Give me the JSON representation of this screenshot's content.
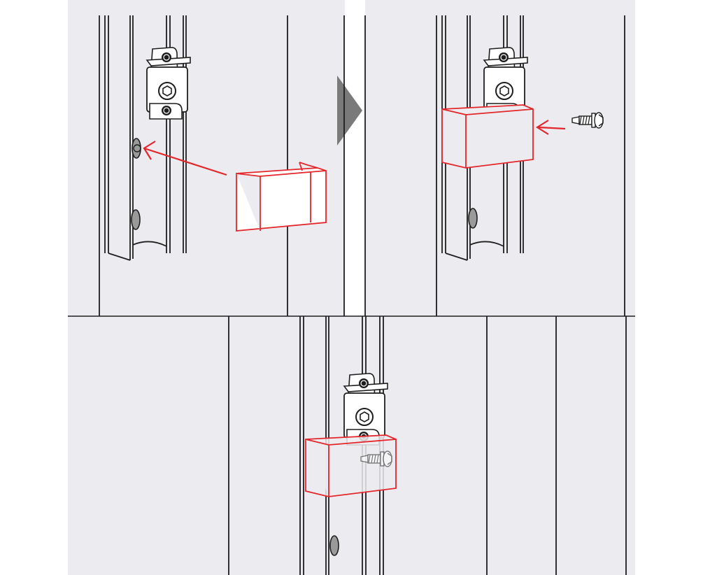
{
  "figure": {
    "kind": "installation-instruction-illustration",
    "panels": [
      {
        "step": 1,
        "action": "attach-cover-clip",
        "object": "u-shaped-cover-clip",
        "highlight": "red"
      },
      {
        "step": 2,
        "action": "drive-self-drilling-screw",
        "object": "hex-head-screw",
        "highlight": "red"
      },
      {
        "step": 3,
        "action": "result-assembled",
        "object": "clip-with-screw",
        "highlight": "red"
      }
    ],
    "step_connector": "next-step-arrow"
  },
  "colors": {
    "background": "#ffffff",
    "panel_background": "#ececf0",
    "line": "#1e1e1e",
    "highlight": "#e3262b",
    "step_arrow": "#7a7a7a",
    "bracket_fill": "#ffffff",
    "hole_fill": "#9a9a9a"
  }
}
